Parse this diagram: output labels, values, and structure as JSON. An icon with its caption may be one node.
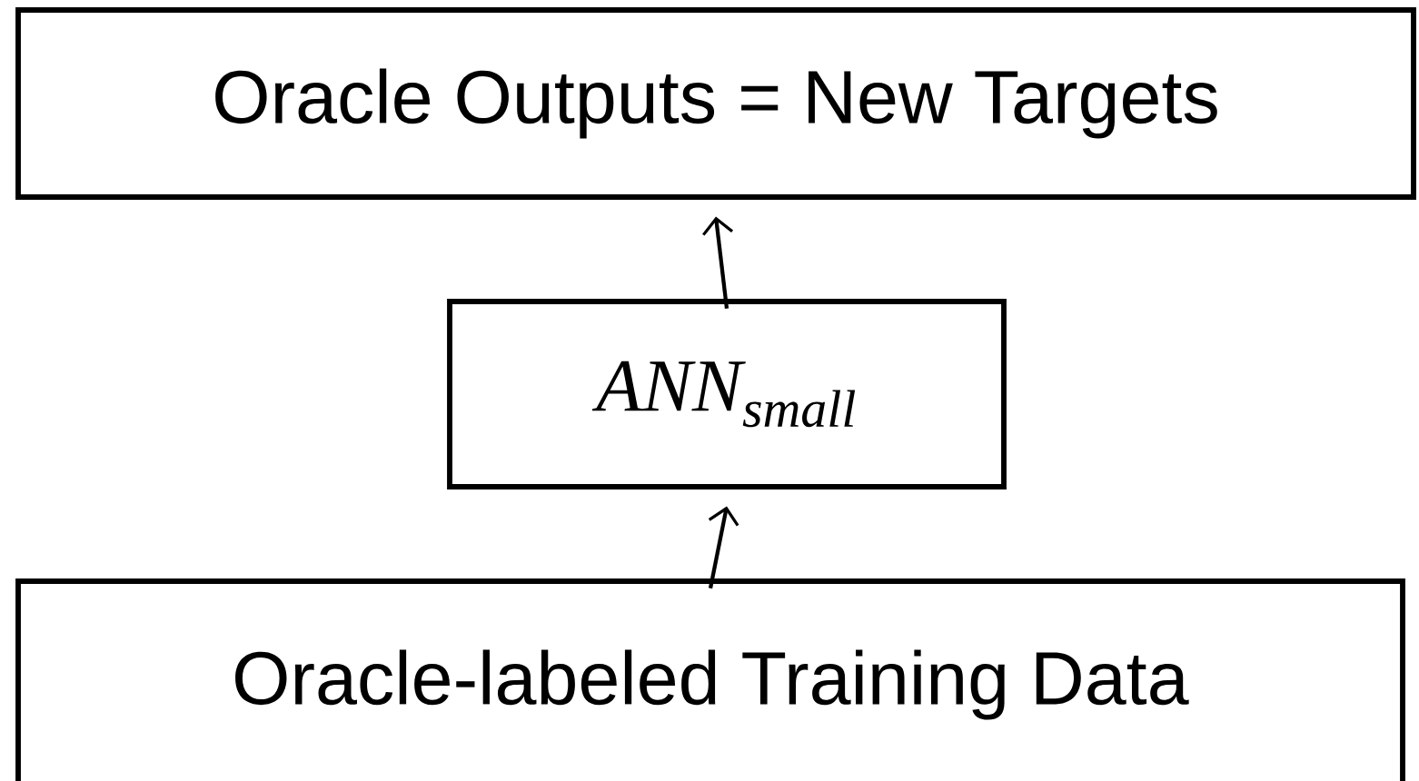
{
  "diagram": {
    "nodes": [
      {
        "text": [
          "Oracle Outputs = New Targets"
        ]
      },
      {
        "text": [
          "ANN$_{small}$"
        ]
      },
      {
        "text": [
          "Oracle-labeled Training Data"
        ]
      }
    ],
    "edges": [
      {
        "from": 1,
        "to": 0,
        "arrow": "to"
      },
      {
        "from": 2,
        "to": 1,
        "arrow": "to"
      }
    ]
  }
}
